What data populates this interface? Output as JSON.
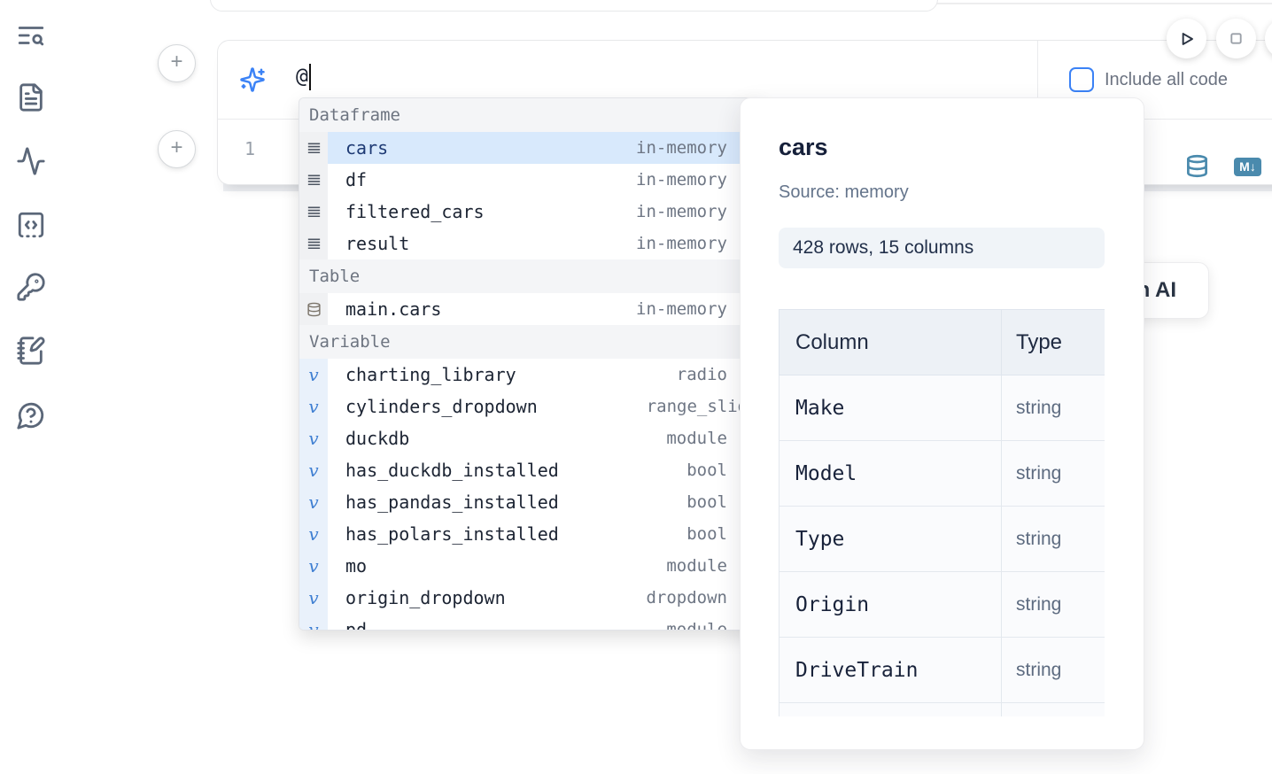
{
  "sidebar": {
    "icons": [
      {
        "name": "list-search-icon"
      },
      {
        "name": "file-text-icon"
      },
      {
        "name": "activity-icon"
      },
      {
        "name": "code-snippets-icon"
      },
      {
        "name": "key-icon"
      },
      {
        "name": "notebook-pen-icon"
      },
      {
        "name": "help-chat-icon"
      }
    ]
  },
  "cell_controls": {
    "add_cell": "+"
  },
  "prompt": {
    "value": "@",
    "icon": "sparkles-icon",
    "include_all_code_label": "Include all code"
  },
  "editor": {
    "line_number": "1",
    "datasource_icon": "database-icon",
    "markdown_badge": "M↓"
  },
  "autocomplete": {
    "sections": [
      {
        "label": "Dataframe",
        "kind": "dataframe",
        "items": [
          {
            "name": "cars",
            "type": "in-memory",
            "selected": true
          },
          {
            "name": "df",
            "type": "in-memory"
          },
          {
            "name": "filtered_cars",
            "type": "in-memory"
          },
          {
            "name": "result",
            "type": "in-memory"
          }
        ]
      },
      {
        "label": "Table",
        "kind": "table",
        "items": [
          {
            "name": "main.cars",
            "type": "in-memory"
          }
        ]
      },
      {
        "label": "Variable",
        "kind": "variable",
        "items": [
          {
            "name": "charting_library",
            "type": "radio"
          },
          {
            "name": "cylinders_dropdown",
            "type": "range_slider",
            "clip": true
          },
          {
            "name": "duckdb",
            "type": "module"
          },
          {
            "name": "has_duckdb_installed",
            "type": "bool"
          },
          {
            "name": "has_pandas_installed",
            "type": "bool"
          },
          {
            "name": "has_polars_installed",
            "type": "bool"
          },
          {
            "name": "mo",
            "type": "module"
          },
          {
            "name": "origin_dropdown",
            "type": "dropdown"
          },
          {
            "name": "pd",
            "type": "module",
            "partial": true
          }
        ]
      }
    ]
  },
  "preview": {
    "title": "cars",
    "source": "Source: memory",
    "shape": "428 rows, 15 columns",
    "table": {
      "headers": [
        "Column",
        "Type"
      ],
      "rows": [
        [
          "Make",
          "string"
        ],
        [
          "Model",
          "string"
        ],
        [
          "Type",
          "string"
        ],
        [
          "Origin",
          "string"
        ],
        [
          "DriveTrain",
          "string"
        ]
      ],
      "has_partial_row": true
    }
  },
  "ai_card": {
    "label": "with AI"
  },
  "colors": {
    "accent_blue": "#3b82f6",
    "steel_blue": "#4a8aad",
    "selection_blue": "#d8e9fc",
    "icon_slate": "#5b6779"
  }
}
